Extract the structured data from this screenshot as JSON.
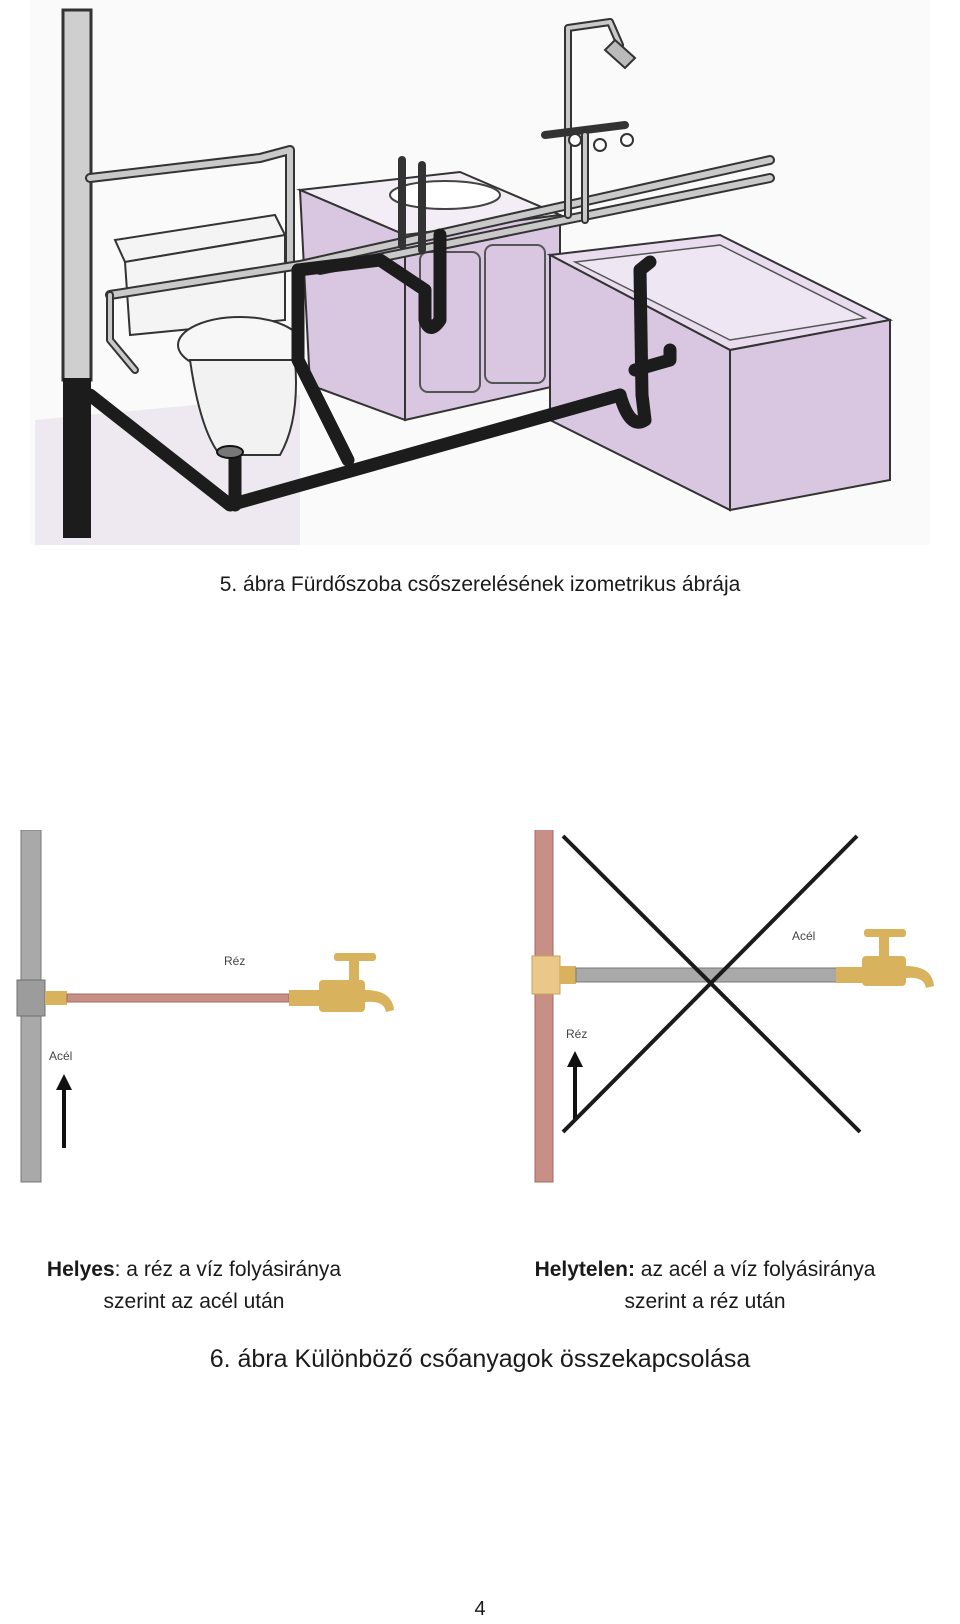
{
  "figure5": {
    "caption": "5. ábra Fürdőszoba csőszerelésének izometrikus ábrája"
  },
  "figure6": {
    "left_panel": {
      "pipe_label_horizontal": "Réz",
      "pipe_label_vertical": "Acél",
      "caption_bold": "Helyes",
      "caption_line1_rest": ": a réz a víz folyásiránya",
      "caption_line2": "szerint az acél után"
    },
    "right_panel": {
      "pipe_label_horizontal": "Acél",
      "pipe_label_vertical": "Réz",
      "caption_bold": "Helytelen:",
      "caption_line1_rest": " az acél a víz folyásiránya",
      "caption_line2": "szerint a réz után"
    },
    "caption": "6. ábra Különböző csőanyagok összekapcsolása"
  },
  "page_number": "4",
  "colors": {
    "steel": "#a9a9a9",
    "copper": "#c88f86",
    "brass": "#d8b25c",
    "waste_pipe": "#1c1c1c",
    "fixture_purple": "#d9c6e0"
  }
}
